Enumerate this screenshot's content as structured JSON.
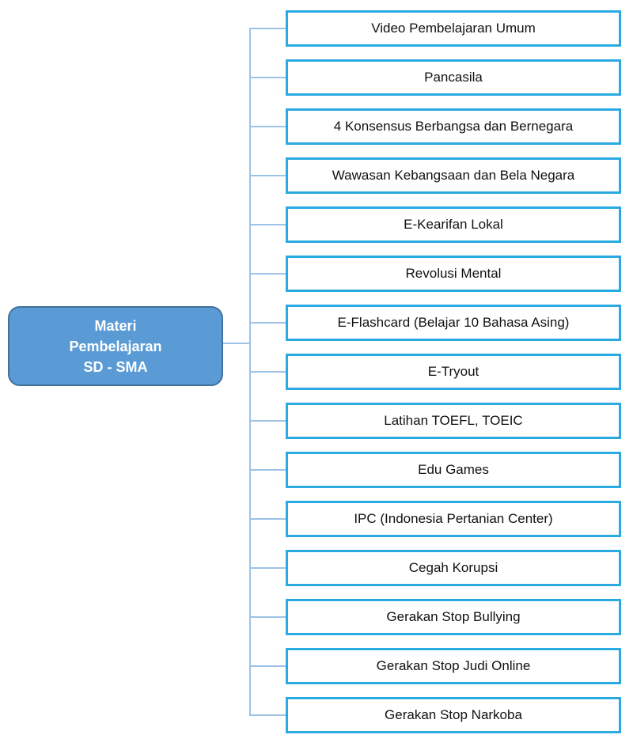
{
  "diagram": {
    "root": {
      "label": "Materi\nPembelajaran\nSD - SMA"
    },
    "items": [
      "Video Pembelajaran Umum",
      "Pancasila",
      "4 Konsensus Berbangsa dan Bernegara",
      "Wawasan Kebangsaan dan Bela Negara",
      "E-Kearifan Lokal",
      "Revolusi Mental",
      "E-Flashcard (Belajar 10 Bahasa Asing)",
      "E-Tryout",
      "Latihan TOEFL, TOEIC",
      "Edu Games",
      "IPC (Indonesia Pertanian Center)",
      "Cegah Korupsi",
      "Gerakan Stop Bullying",
      "Gerakan Stop Judi Online",
      "Gerakan Stop Narkoba"
    ],
    "colors": {
      "root_fill": "#5B9BD5",
      "root_border": "#41719C",
      "root_text": "#FFFFFF",
      "child_border": "#29ABE2",
      "child_text": "#111111",
      "connector": "#9DC3E6"
    }
  }
}
